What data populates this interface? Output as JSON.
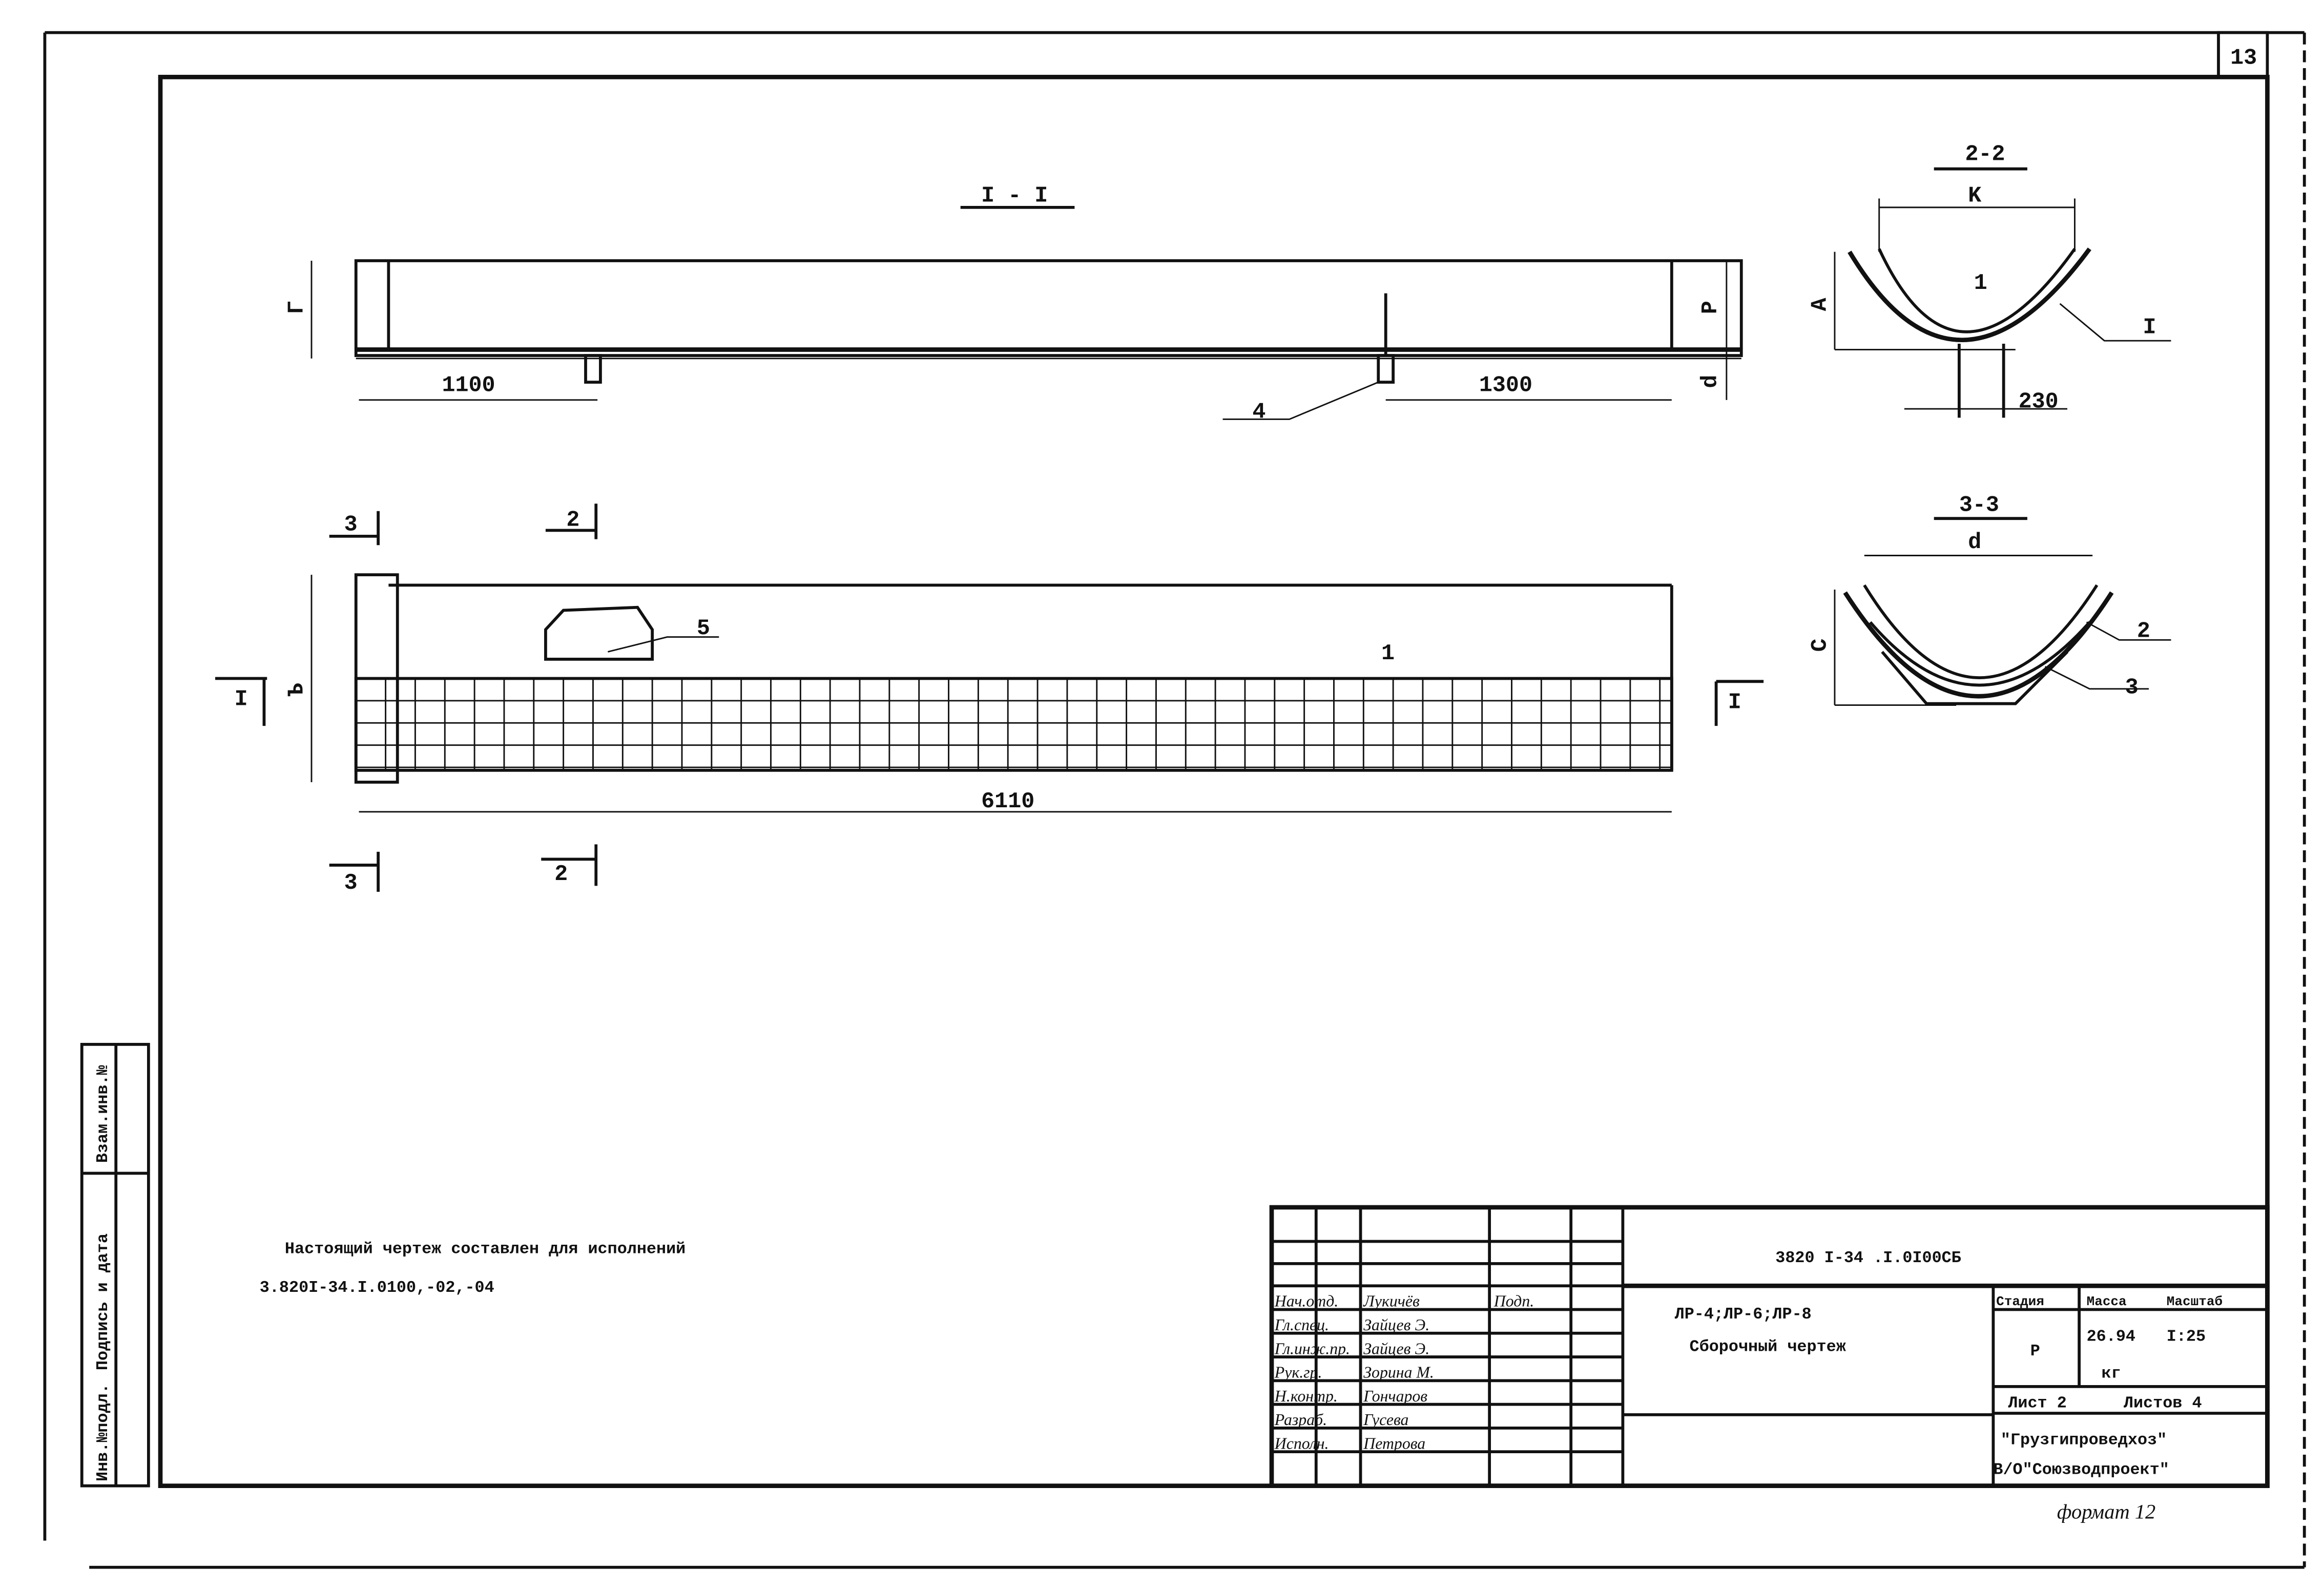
{
  "sheet_corner_number": "13",
  "sections": {
    "section_1_title": "I - I",
    "section_2_title": "2-2",
    "section_3_title": "3-3"
  },
  "dimensions": {
    "left_offset": "1100",
    "right_offset": "1300",
    "total_length": "6110",
    "section2_width": "K",
    "section2_height": "A",
    "section2_base": "230",
    "section3_width": "d",
    "section3_height": "C",
    "side_height_top": "Г",
    "side_height_right": "Р",
    "side_depth_right": "d",
    "side_height_bottom": "Ъ"
  },
  "callouts": {
    "pos1": "1",
    "pos2": "2",
    "pos3": "3",
    "pos4": "4",
    "pos5": "5",
    "section_mark_I": "I",
    "section_mark_2": "2",
    "section_mark_3": "3"
  },
  "note": {
    "line1": "Настоящий чертеж составлен для исполнений",
    "line2": "3.820I-34.I.0100,-02,-04"
  },
  "side_strip": {
    "label1": "Инв.№подл.",
    "label2": "Подпись и дата",
    "label3": "Взам.инв.№"
  },
  "title_block": {
    "doc_code": "3820 I-34  .I.0I00СБ",
    "product_names": "ЛР-4;ЛР-6;ЛР-8",
    "doc_type": "Сборочный чертеж",
    "stage_header": "Стадия",
    "mass_header": "Масса",
    "scale_header": "Масштаб",
    "stage_value": "Р",
    "mass_value": "26.94",
    "mass_unit": "кг",
    "scale_value": "I:25",
    "sheet_label": "Лист 2",
    "sheets_label": "Листов 4",
    "org_line1": "\"Грузгипроведхоз\"",
    "org_line2": "В/О\"Союзводпроект\"",
    "signature_rows": [
      {
        "role": "Нач.отд.",
        "name": "Лукичёв",
        "date": "Подп."
      },
      {
        "role": "Гл.спец.",
        "name": "Зайцев Э.",
        "date": ""
      },
      {
        "role": "Гл.инж.пр.",
        "name": "Зайцев Э.",
        "date": ""
      },
      {
        "role": "Рук.гр.",
        "name": "Зорина М.",
        "date": ""
      },
      {
        "role": "Н.контр.",
        "name": "Гончаров",
        "date": ""
      },
      {
        "role": "Разраб.",
        "name": "Гусева",
        "date": ""
      },
      {
        "role": "Исполн.",
        "name": "Петрова",
        "date": ""
      }
    ]
  },
  "format_label": "формат 12"
}
